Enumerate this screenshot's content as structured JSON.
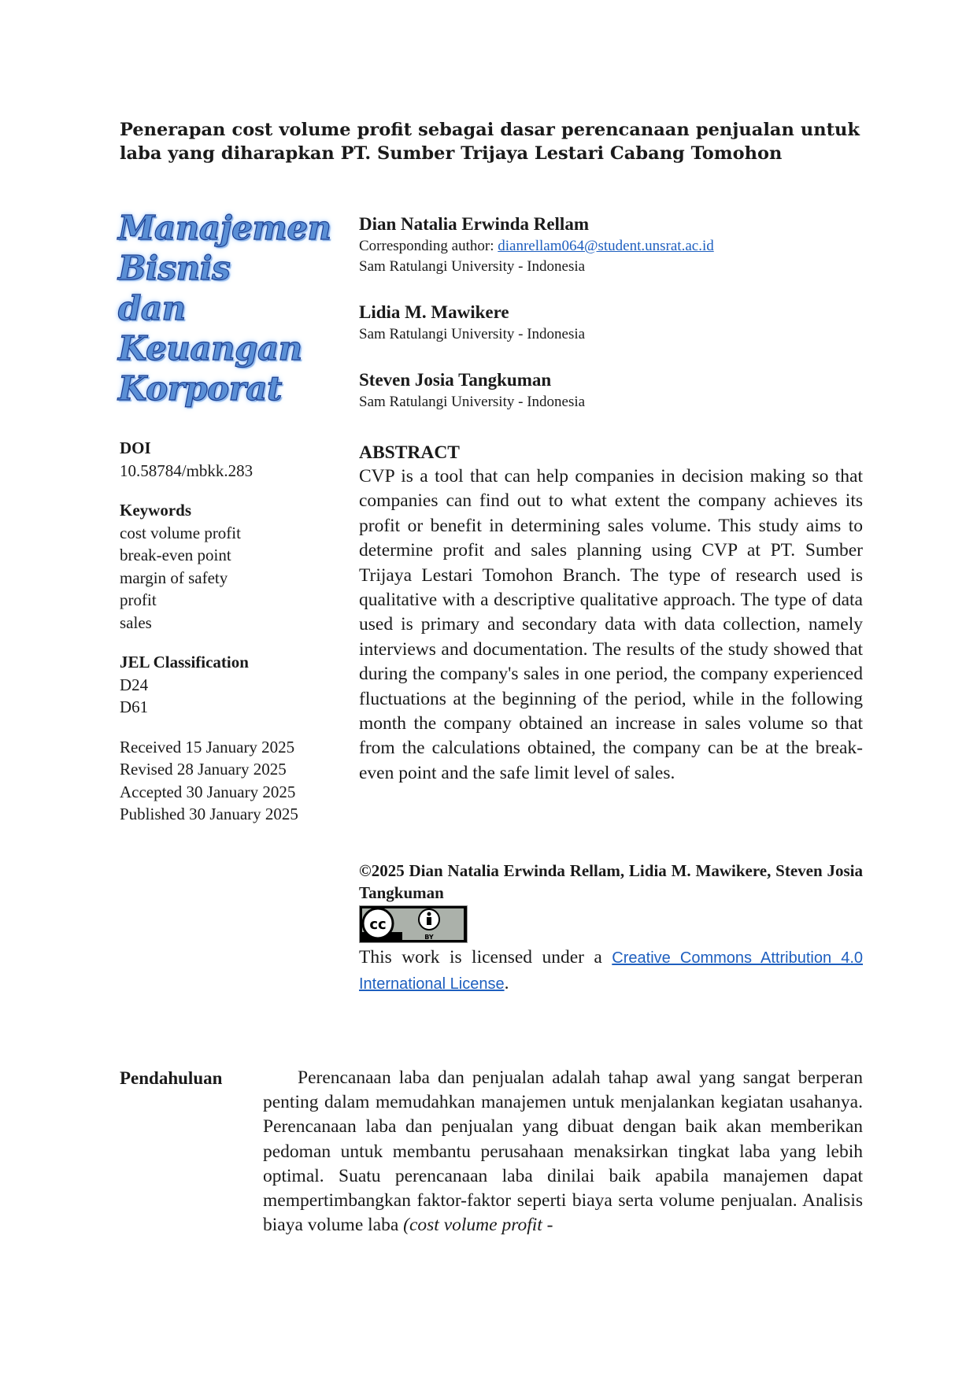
{
  "title": "Penerapan cost volume profit sebagai dasar perencanaan penjualan untuk laba yang diharapkan PT. Sumber Trijaya Lestari Cabang Tomohon",
  "journal_logo": {
    "lines": [
      "Manajemen",
      "Bisnis",
      "dan",
      "Keuangan",
      "Korporat"
    ],
    "color": "#5a8fd6"
  },
  "authors": [
    {
      "name": "Dian Natalia Erwinda Rellam",
      "corresponding_label": "Corresponding author:",
      "email": "dianrellam064@student.unsrat.ac.id",
      "affiliation": "Sam Ratulangi University - Indonesia"
    },
    {
      "name": "Lidia M. Mawikere",
      "affiliation": "Sam Ratulangi University - Indonesia"
    },
    {
      "name": "Steven Josia Tangkuman",
      "affiliation": "Sam Ratulangi University - Indonesia"
    }
  ],
  "doi": {
    "label": "DOI",
    "value": "10.58784/mbkk.283"
  },
  "keywords": {
    "label": "Keywords",
    "items": [
      "cost volume profit",
      "break-even point",
      "margin of safety",
      "profit",
      "sales"
    ]
  },
  "jel": {
    "label": "JEL Classification",
    "items": [
      "D24",
      "D61"
    ]
  },
  "dates": {
    "received": "Received 15 January 2025",
    "revised": "Revised 28 January 2025",
    "accepted": "Accepted 30 January 2025",
    "published": "Published 30 January 2025"
  },
  "abstract": {
    "heading": "ABSTRACT",
    "text": "CVP is a tool that can help companies in decision making so that companies can find out to what extent the company achieves its profit or benefit in determining sales volume. This study aims to determine profit and sales planning using CVP at PT. Sumber Trijaya Lestari Tomohon Branch. The type of research used is qualitative with a descriptive qualitative approach. The type of data used is primary and secondary data with data collection, namely interviews and documentation. The results of the study showed that during the company's sales in one period, the company experienced fluctuations at the beginning of the period, while in the following month the company obtained an increase in sales volume so that from the calculations obtained, the company can be at the break-even point and the safe limit level of sales."
  },
  "copyright": "©2025 Dian Natalia Erwinda Rellam, Lidia M. Mawikere, Steven Josia Tangkuman",
  "cc_badge": {
    "cc": "cc",
    "by": "BY",
    "icon": "creative-commons-by-icon"
  },
  "license": {
    "prefix": "This work is licensed under a",
    "link_text": "Creative Commons Attribution 4.0 International License",
    "suffix": "."
  },
  "section": {
    "title": "Pendahuluan",
    "text_main": "Perencanaan laba dan penjualan adalah tahap awal yang sangat berperan penting dalam memudahkan manajemen untuk menjalankan kegiatan usahanya. Perencanaan laba dan penjualan yang dibuat dengan baik akan memberikan pedoman untuk membantu perusahaan menaksirkan tingkat laba yang lebih optimal. Suatu perencanaan laba dinilai baik apabila manajemen dapat mempertimbangkan faktor-faktor seperti biaya serta volume penjualan. Analisis biaya volume laba",
    "text_italic": "(cost volume profit -"
  }
}
